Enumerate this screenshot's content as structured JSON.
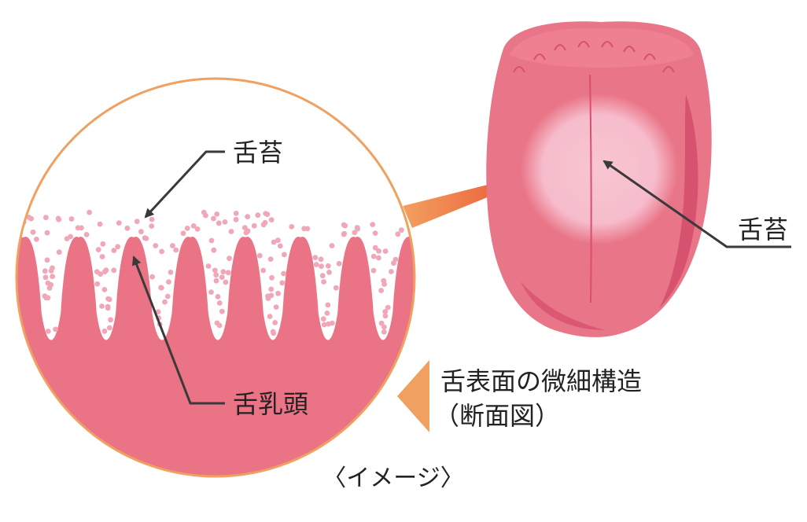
{
  "labels": {
    "coating_zoom": "舌苔",
    "coating_tongue": "舌苔",
    "papillae": "舌乳頭",
    "caption_line1": "舌表面の微細構造",
    "caption_line2": "（断面図）",
    "footer": "〈イメージ〉"
  },
  "colors": {
    "tissue_pink": "#ea7386",
    "tongue_pink": "#e97588",
    "coating_white": "#fbe9ee",
    "dot_pink": "#f0a7b8",
    "circle_orange": "#f0a060",
    "caption_triangle": "#f0a060",
    "beam_red": "#e23a30",
    "arrow_gray": "#3a3a3a"
  },
  "icons": {
    "caption_pointer": "triangle-left-icon"
  }
}
